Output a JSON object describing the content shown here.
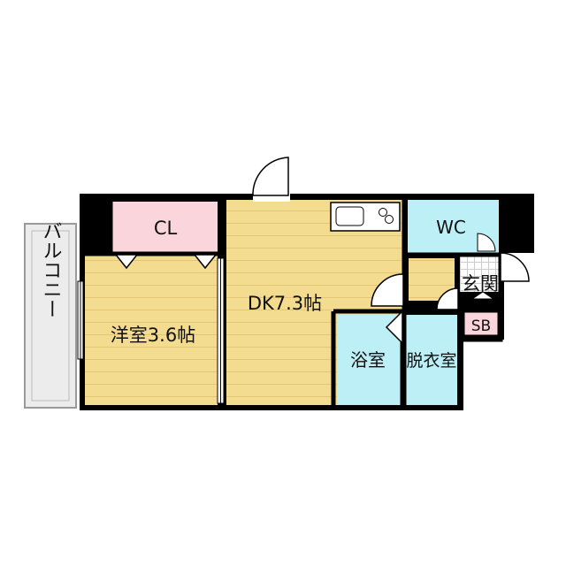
{
  "floorplan": {
    "rooms": {
      "balcony": "バルコニー",
      "closet": "CL",
      "western_room": "洋室3.6帖",
      "dining_kitchen": "DK7.3帖",
      "toilet": "WC",
      "entrance": "玄関",
      "shoe_box": "SB",
      "bathroom": "浴室",
      "dressing_room": "脱衣室"
    },
    "colors": {
      "wall": "#000000",
      "floor_wood": "#f3dc90",
      "floor_wood_line": "#e2c674",
      "closet": "#fbd5dc",
      "wet_area": "#bdf0f6",
      "balcony": "#ececec",
      "entrance_tile": "#cccccc"
    }
  }
}
